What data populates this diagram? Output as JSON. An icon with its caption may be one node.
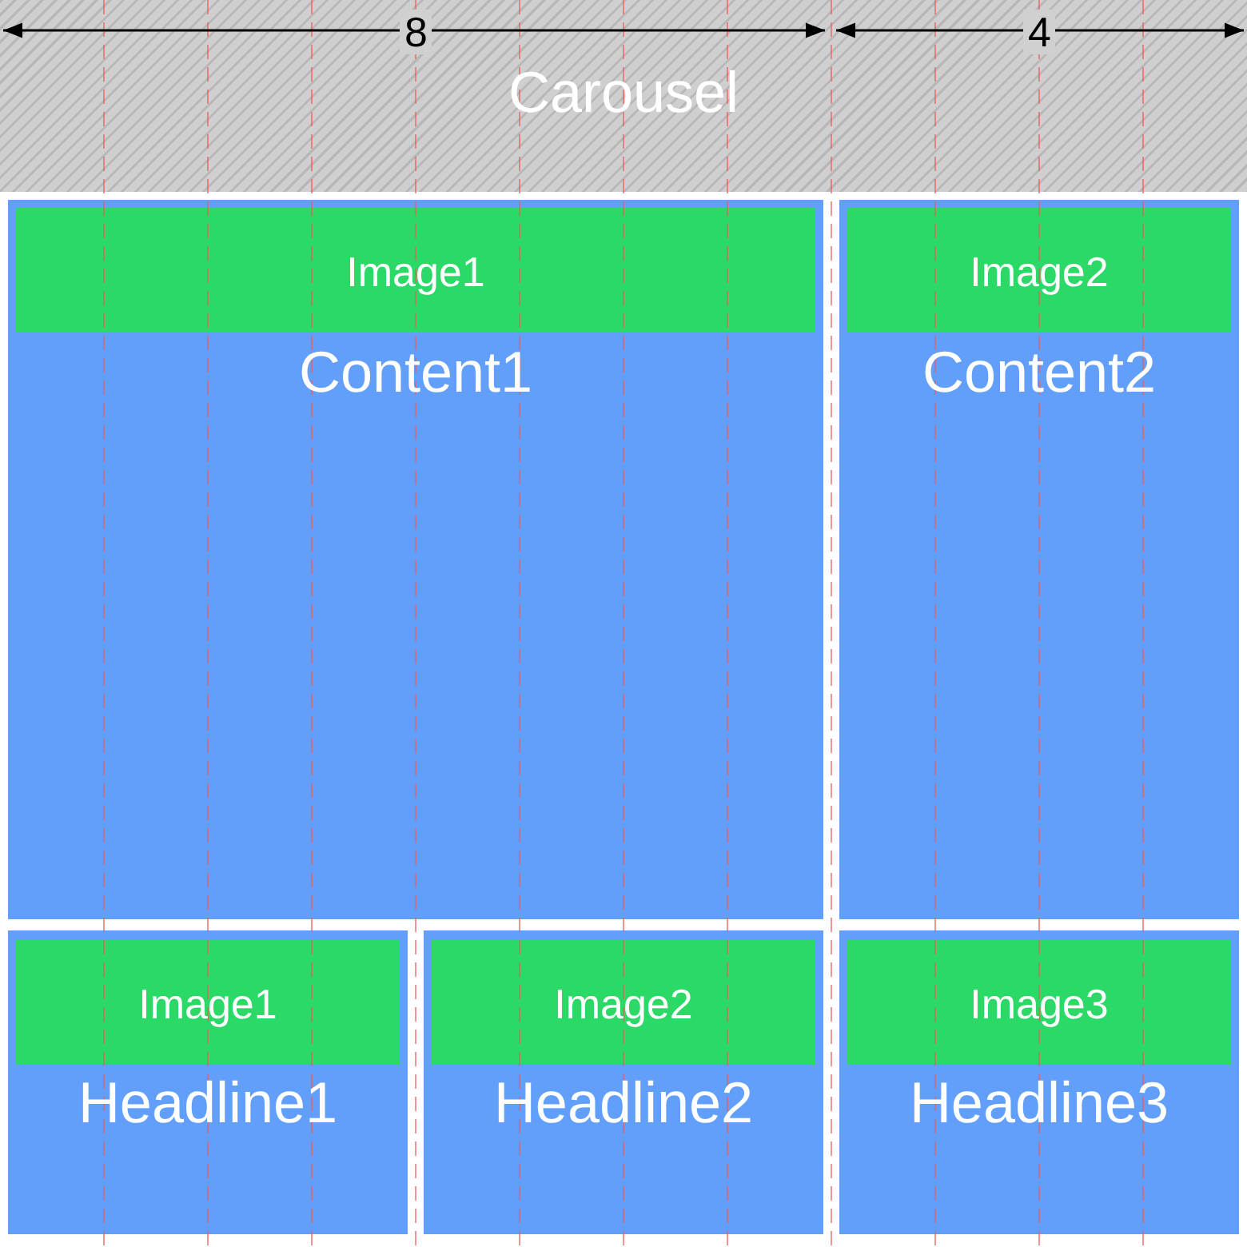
{
  "diagram": {
    "nodes": [
      {
        "text": [
          "Carousel"
        ]
      },
      {
        "text": [
          "Content1"
        ]
      },
      {
        "text": [
          "Image1"
        ],
        "in": 1
      },
      {
        "text": [
          "Content2"
        ]
      },
      {
        "text": [
          "Image2"
        ],
        "in": 3
      },
      {
        "text": [
          "Headline1"
        ]
      },
      {
        "text": [
          "Image1"
        ],
        "in": 5
      },
      {
        "text": [
          "Headline2"
        ]
      },
      {
        "text": [
          "Image2"
        ],
        "in": 7
      },
      {
        "text": [
          "Headline3"
        ]
      },
      {
        "text": [
          "Image3"
        ],
        "in": 9
      }
    ],
    "labels": [
      "8",
      "4"
    ]
  }
}
